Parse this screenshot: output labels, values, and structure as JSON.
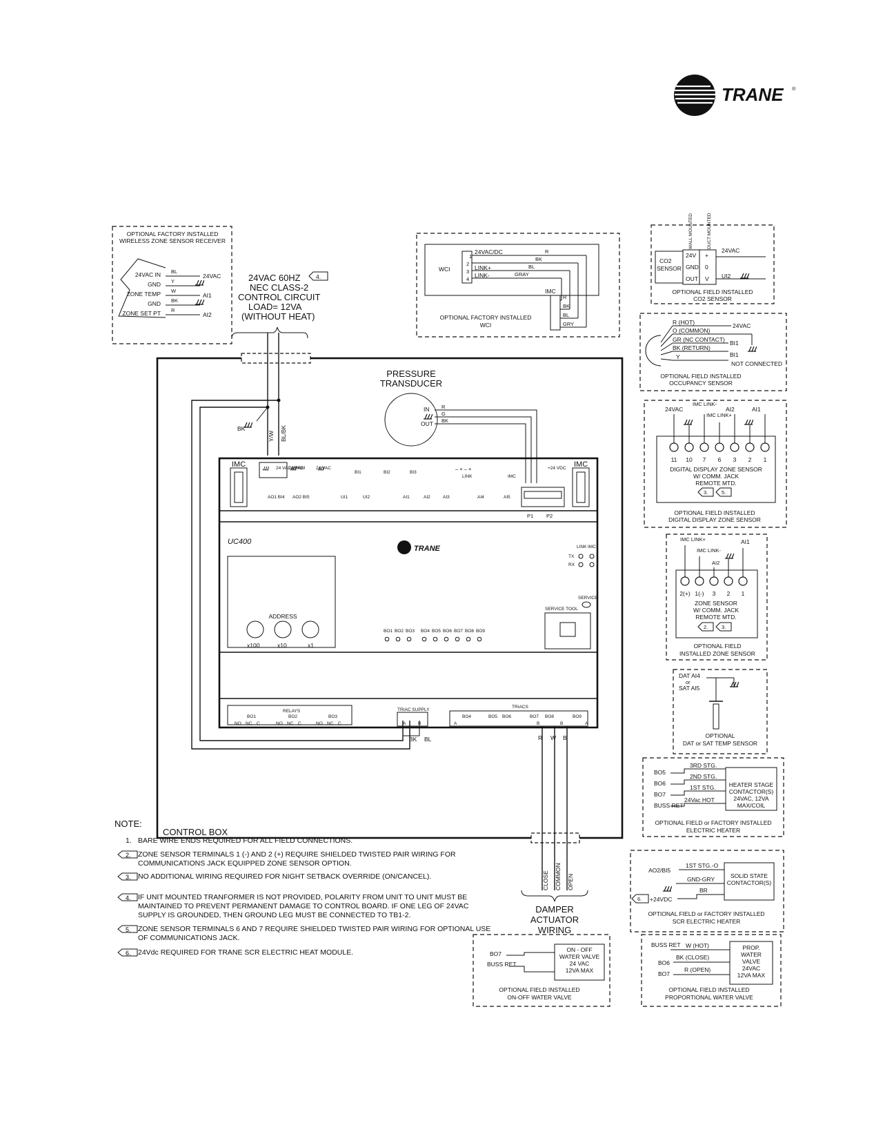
{
  "brand": {
    "name": "TRANE",
    "registered": "®"
  },
  "controller": {
    "model": "UC400",
    "brand": "TRANE",
    "service": "SERVICE",
    "service_tool": "SERVICE TOOL",
    "address_label": "ADDRESS",
    "dials": [
      "x100",
      "x10",
      "x1"
    ],
    "top_terminals": [
      "IMC",
      "24 VAC XFRM",
      "24 VAC",
      "24 VAC",
      "BI1",
      "BI2",
      "BI3",
      "LINK",
      "IMC",
      "+24 VDC",
      "IMC"
    ],
    "bottom_terminals": [
      "AO1 BI4",
      "AO2 BI5",
      "UI1",
      "UI2",
      "AI1",
      "AI2",
      "AI3",
      "AI4",
      "AI5"
    ],
    "ports": [
      "P1",
      "P2"
    ],
    "leds": [
      "BO1",
      "BO2",
      "BO3",
      "BO4",
      "BO5",
      "BO6",
      "BO7",
      "BO8",
      "BO9"
    ],
    "link_leds": [
      "LINK",
      "IMC",
      "TX",
      "RX"
    ],
    "relays_label": "RELAYS",
    "relays": [
      "BO1",
      "BO2",
      "BO3"
    ],
    "relay_contacts": [
      "NO",
      "NC",
      "C"
    ],
    "triac_supply": "TRIAC SUPPLY",
    "triac_supply_terms": [
      "A",
      "B"
    ],
    "triacs_label": "TRIACS",
    "triacs": [
      "BO4",
      "BO5",
      "BO6",
      "BO7",
      "BO8",
      "BO9"
    ],
    "triac_ab": [
      "A",
      "B",
      "B",
      "A"
    ]
  },
  "power": {
    "lines": [
      "24VAC 60HZ",
      "NEC CLASS-2",
      "CONTROL CIRCUIT",
      "LOAD= 12VA",
      "(WITHOUT HEAT)"
    ],
    "flag": "4.",
    "wires": [
      "BK",
      "Y/W",
      "BL/BK"
    ]
  },
  "control_box": "CONTROL BOX",
  "supply_wires": [
    "BK",
    "BL"
  ],
  "damper": {
    "wires": [
      "R",
      "W",
      "B"
    ],
    "labels": [
      "CLOSE",
      "COMMON",
      "OPEN"
    ],
    "title": [
      "DAMPER",
      "ACTUATOR",
      "WIRING"
    ]
  },
  "pressure": {
    "title": [
      "PRESSURE",
      "TRANSDUCER"
    ],
    "ports": [
      "IN",
      "OUT"
    ],
    "wires": [
      "R",
      "G",
      "BK"
    ]
  },
  "wireless_receiver": {
    "title": [
      "OPTIONAL FACTORY INSTALLED",
      "WIRELESS ZONE SENSOR RECEIVER"
    ],
    "rows": [
      {
        "pin": "24VAC IN",
        "wire": "BL",
        "term": "24VAC"
      },
      {
        "pin": "GND",
        "wire": "Y",
        "term": ""
      },
      {
        "pin": "ZONE TEMP",
        "wire": "W",
        "term": "AI1"
      },
      {
        "pin": "GND",
        "wire": "BK",
        "term": ""
      },
      {
        "pin": "ZONE SET PT",
        "wire": "R",
        "term": "AI2"
      }
    ]
  },
  "wci": {
    "name": "WCI",
    "pins": [
      "1",
      "2",
      "3",
      "4"
    ],
    "pin_labels": [
      "24VAC/DC",
      "",
      "LINK+",
      "LINK-"
    ],
    "wires": [
      "R",
      "BK",
      "BL",
      "GRAY"
    ],
    "imc": "IMC",
    "imc_wires": [
      "R",
      "BK",
      "BL",
      "GRY"
    ],
    "title": [
      "OPTIONAL FACTORY INSTALLED",
      "WCI"
    ]
  },
  "co2": {
    "mount_labels": [
      "WALL MOUNTED",
      "DUCT MOUNTED"
    ],
    "name": [
      "CO2",
      "SENSOR"
    ],
    "pins": [
      "24V",
      "GND",
      "OUT"
    ],
    "col2": [
      "+",
      "0",
      "V"
    ],
    "supply": "24VAC",
    "out": "UI2",
    "title": [
      "OPTIONAL FIELD INSTALLED",
      "CO2 SENSOR"
    ]
  },
  "occupancy": {
    "wires": [
      "R (HOT)",
      "O (COMMON)",
      "GR (NC CONTACT)",
      "BK (RETURN)",
      "Y"
    ],
    "terms": [
      "24VAC",
      "BI1",
      "BI1",
      "NOT CONNECTED"
    ],
    "title": [
      "OPTIONAL FIELD INSTALLED",
      "OCCUPANCY SENSOR"
    ]
  },
  "digital_zone": {
    "top": [
      "24VAC",
      "IMC LINK-",
      "IMC LINK+",
      "AI2",
      "AI1"
    ],
    "terms": [
      "11",
      "10",
      "7",
      "6",
      "3",
      "2",
      "1"
    ],
    "name": [
      "DIGITAL DISPLAY ZONE SENSOR",
      "W/ COMM. JACK",
      "REMOTE MTD."
    ],
    "flags": [
      "3.",
      "5."
    ],
    "title": [
      "OPTIONAL FIELD INSTALLED",
      "DIGITAL DISPLAY ZONE SENSOR"
    ]
  },
  "zone_sensor": {
    "top": [
      "IMC LINK+",
      "IMC LINK-",
      "AI2",
      "AI1"
    ],
    "terms": [
      "2(+)",
      "1(-)",
      "3",
      "2",
      "1"
    ],
    "name": [
      "ZONE SENSOR",
      "W/ COMM. JACK",
      "REMOTE MTD."
    ],
    "flags": [
      "2.",
      "3."
    ],
    "title": [
      "OPTIONAL FIELD",
      "INSTALLED ZONE SENSOR"
    ]
  },
  "dat": {
    "labels": [
      "DAT AI4",
      "or",
      "SAT AI5"
    ],
    "title": [
      "OPTIONAL",
      "DAT or SAT TEMP SENSOR"
    ]
  },
  "heater": {
    "rows": [
      {
        "term": "BO5",
        "wire": "3RD STG."
      },
      {
        "term": "BO6",
        "wire": "2ND STG."
      },
      {
        "term": "BO7",
        "wire": "1ST STG."
      },
      {
        "term": "BUSS RET",
        "wire": "24Vac HOT"
      }
    ],
    "box": [
      "HEATER STAGE",
      "CONTACTOR(S)",
      "24VAC, 12VA",
      "MAX/COIL"
    ],
    "title": [
      "OPTIONAL FIELD or FACTORY INSTALLED",
      "ELECTRIC HEATER"
    ]
  },
  "scr": {
    "rows": [
      "1ST STG.-O",
      "GND-GRY",
      "BR"
    ],
    "terms": [
      "AO2/BI5",
      "+24VDC"
    ],
    "flag": "6.",
    "box": [
      "SOLID STATE",
      "CONTACTOR(S)"
    ],
    "title": [
      "OPTIONAL FIELD or FACTORY INSTALLED",
      "SCR ELECTRIC HEATER"
    ]
  },
  "onoff_valve": {
    "terms": [
      "BO7",
      "BUSS RET"
    ],
    "box": [
      "ON - OFF",
      "WATER VALVE",
      "24 VAC",
      "12VA MAX"
    ],
    "title": [
      "OPTIONAL FIELD INSTALLED",
      "ON-OFF WATER VALVE"
    ]
  },
  "prop_valve": {
    "terms": [
      "BUSS RET",
      "BO6",
      "BO7"
    ],
    "wires": [
      "W (HOT)",
      "BK (CLOSE)",
      "R (OPEN)"
    ],
    "box": [
      "PROP.",
      "WATER",
      "VALVE",
      "24VAC",
      "12VA MAX"
    ],
    "title": [
      "OPTIONAL FIELD INSTALLED",
      "PROPORTIONAL WATER VALVE"
    ]
  },
  "notes": {
    "label": "NOTE:",
    "items": [
      {
        "num": "1.",
        "flag": false,
        "text": "BARE WIRE ENDS REQUIRED FOR ALL FIELD CONNECTIONS."
      },
      {
        "num": "2.",
        "flag": true,
        "text": "ZONE SENSOR TERMINALS 1 (-) AND 2 (+) REQUIRE SHIELDED TWISTED PAIR WIRING FOR COMMUNICATIONS JACK EQUIPPED ZONE SENSOR OPTION."
      },
      {
        "num": "3.",
        "flag": true,
        "text": "NO ADDITIONAL WIRING REQUIRED FOR NIGHT SETBACK OVERRIDE (ON/CANCEL)."
      },
      {
        "num": "4.",
        "flag": true,
        "text": "IF UNIT MOUNTED TRANFORMER IS NOT PROVIDED, POLARITY FROM UNIT TO UNIT MUST BE MAINTAINED TO PREVENT PERMANENT DAMAGE TO CONTROL BOARD. IF ONE LEG OF 24VAC SUPPLY IS GROUNDED, THEN GROUND LEG MUST BE CONNECTED TO TB1-2."
      },
      {
        "num": "5.",
        "flag": true,
        "text": "ZONE SENSOR TERMINALS 6 AND 7 REQUIRE SHIELDED TWISTED PAIR WIRING FOR OPTIONAL USE OF COMMUNICATIONS JACK."
      },
      {
        "num": "6.",
        "flag": true,
        "text": "24Vdc REQUIRED FOR TRANE SCR ELECTRIC HEAT MODULE."
      }
    ]
  }
}
